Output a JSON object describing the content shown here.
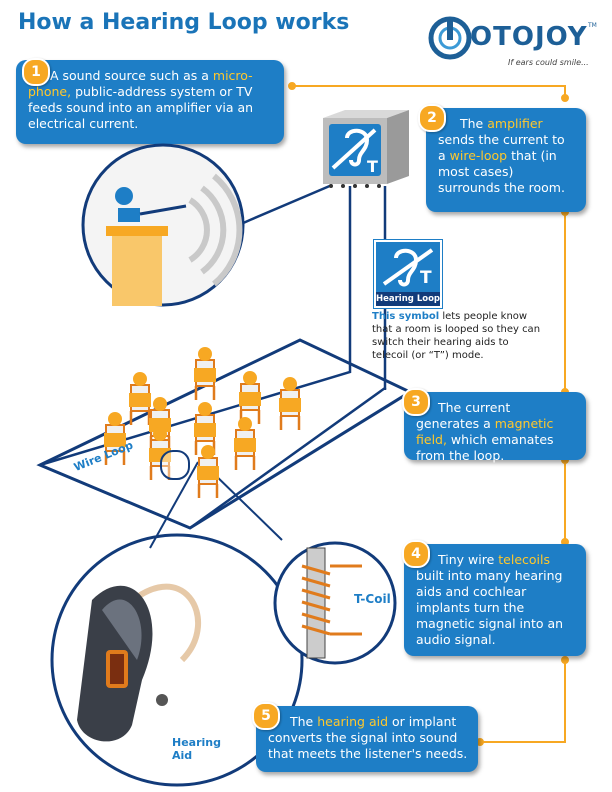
{
  "title": "How a Hearing Loop works",
  "logo": {
    "name": "OTOJOY",
    "tm": "TM",
    "tagline": "If ears could smile..."
  },
  "steps": [
    {
      "num": "1",
      "pre": "A sound source such as a ",
      "hl": "micro-phone,",
      "post": " public-address system or TV feeds sound into an amplifier via an electrical current."
    },
    {
      "num": "2",
      "pre": "The ",
      "hl": "amplifier",
      "mid": " sends the current to a ",
      "hl2": "wire-loop",
      "post": " that (in most cases) surrounds the room."
    },
    {
      "num": "3",
      "pre": "The current generates a ",
      "hl": "magnetic field,",
      "post": " which emanates from the loop."
    },
    {
      "num": "4",
      "pre": "Tiny wire ",
      "hl": "telecoils",
      "post": " built into many hearing aids and cochlear implants turn the magnetic signal into an audio signal."
    },
    {
      "num": "5",
      "pre": "The ",
      "hl": "hearing aid",
      "post": " or implant converts the signal into sound that meets the listener's needs."
    }
  ],
  "symbol": {
    "label": "Hearing Loop",
    "letter": "T",
    "hl": "This symbol",
    "text": " lets people know that a room is looped so they can switch their hearing aids to telecoil (or “T”) mode."
  },
  "labels": {
    "wire_loop": "Wire Loop",
    "tcoil": "T-Coil",
    "hearing_aid_1": "Hearing",
    "hearing_aid_2": "Aid"
  },
  "colors": {
    "blue": "#1e7ec6",
    "title": "#1a74b8",
    "orange": "#f7a823",
    "highlight": "#ffc82c",
    "navy": "#123b7a"
  }
}
